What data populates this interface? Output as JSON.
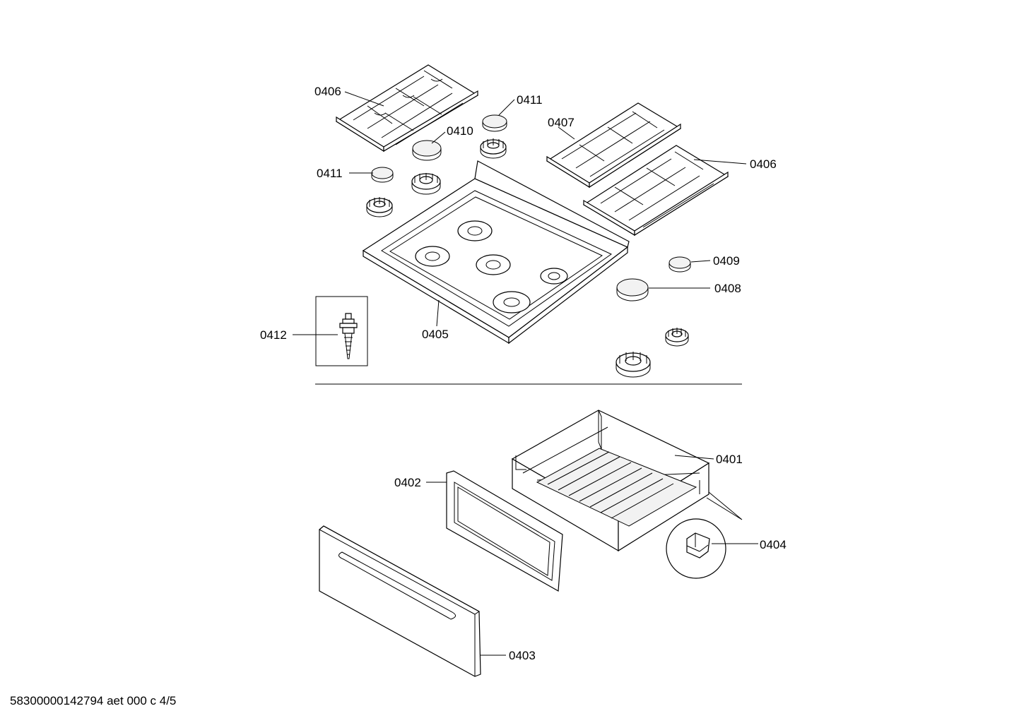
{
  "diagram": {
    "labels": {
      "l0406a": "0406",
      "l0411a": "0411",
      "l0410": "0410",
      "l0407": "0407",
      "l0411b": "0411",
      "l0406b": "0406",
      "l0409": "0409",
      "l0408": "0408",
      "l0412": "0412",
      "l0405": "0405",
      "l0401": "0401",
      "l0402": "0402",
      "l0404": "0404",
      "l0403": "0403"
    },
    "footer": "58300000142794 aet 000 c 4/5"
  }
}
